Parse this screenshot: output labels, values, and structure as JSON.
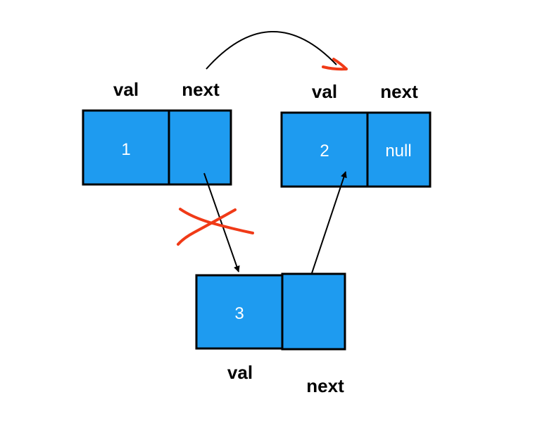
{
  "nodes": [
    {
      "id": "node-1",
      "value": "1",
      "next_value": "",
      "val_label": "val",
      "next_label": "next"
    },
    {
      "id": "node-2",
      "value": "2",
      "next_value": "null",
      "val_label": "val",
      "next_label": "next"
    },
    {
      "id": "node-3",
      "value": "3",
      "next_value": "",
      "val_label": "val",
      "next_label": "next"
    }
  ],
  "colors": {
    "node_fill": "#1E9BF0",
    "border": "#000000",
    "text_on_node": "#FFFFFF",
    "cross_out": "#F03A17"
  }
}
